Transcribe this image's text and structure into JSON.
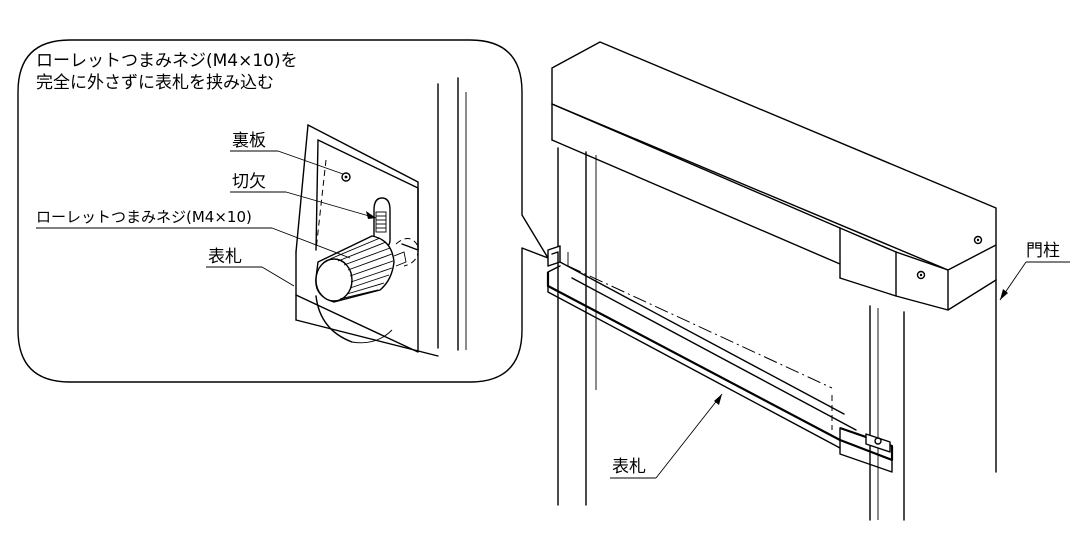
{
  "callout": {
    "note_line1": "ローレットつまみネジ(M4×10)を",
    "note_line2": "完全に外さずに表札を挟み込む",
    "label_backplate": "裏板",
    "label_notch": "切欠",
    "label_knurled_screw": "ローレットつまみネジ(M4×10)",
    "label_nameplate": "表札"
  },
  "main": {
    "label_gate_post": "門柱",
    "label_nameplate": "表札"
  }
}
